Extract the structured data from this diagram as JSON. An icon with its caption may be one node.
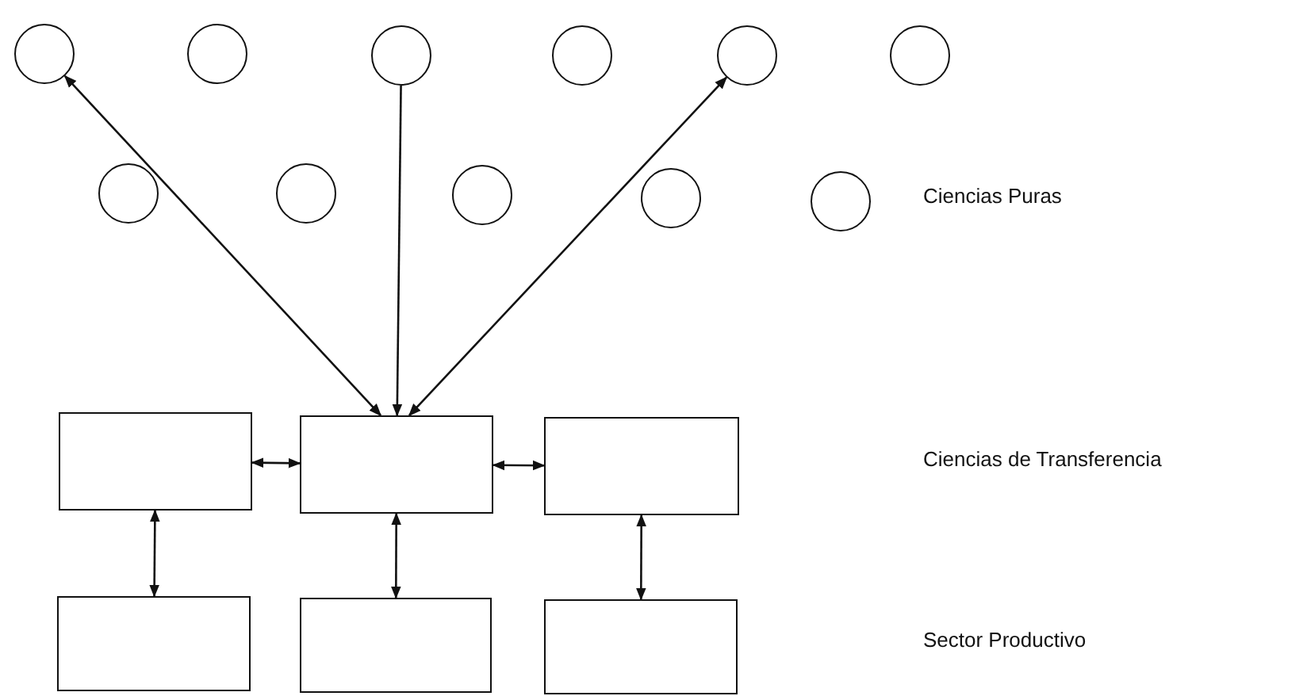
{
  "diagram": {
    "nodes": [
      {
        "text": [],
        "shape": "circle"
      },
      {
        "text": [],
        "shape": "circle"
      },
      {
        "text": [],
        "shape": "circle"
      },
      {
        "text": [],
        "shape": "circle"
      },
      {
        "text": [],
        "shape": "circle"
      },
      {
        "text": [],
        "shape": "circle"
      },
      {
        "text": [],
        "shape": "circle"
      },
      {
        "text": [],
        "shape": "circle"
      },
      {
        "text": [],
        "shape": "circle"
      },
      {
        "text": [],
        "shape": "circle"
      },
      {
        "text": [],
        "shape": "circle"
      },
      {
        "text": [],
        "shape": "box"
      },
      {
        "text": [],
        "shape": "box"
      },
      {
        "text": [],
        "shape": "box"
      },
      {
        "text": [],
        "shape": "box"
      },
      {
        "text": [],
        "shape": "box"
      },
      {
        "text": [],
        "shape": "box"
      }
    ],
    "edges": [
      {
        "from": 12,
        "to": 0,
        "arrow": "both"
      },
      {
        "from": 2,
        "to": 12,
        "arrow": "to"
      },
      {
        "from": 12,
        "to": 4,
        "arrow": "both"
      },
      {
        "from": 11,
        "to": 12,
        "arrow": "both"
      },
      {
        "from": 12,
        "to": 13,
        "arrow": "both"
      },
      {
        "from": 11,
        "to": 14,
        "arrow": "both"
      },
      {
        "from": 12,
        "to": 15,
        "arrow": "both"
      },
      {
        "from": 13,
        "to": 16,
        "arrow": "both"
      }
    ],
    "labels": [
      "Ciencias Puras",
      "Ciencias de Transferencia",
      "Sector Productivo"
    ]
  }
}
